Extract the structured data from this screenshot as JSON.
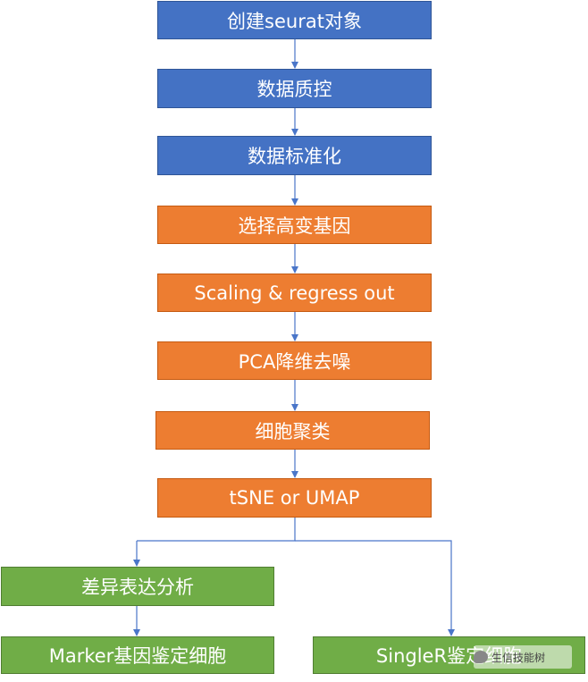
{
  "colors": {
    "blue": "#4472c4",
    "orange": "#ed7d31",
    "green": "#70ad47",
    "connector": "#4a76c9"
  },
  "nodes": [
    {
      "id": "create-seurat",
      "label": "创建seurat对象"
    },
    {
      "id": "qc",
      "label": "数据质控"
    },
    {
      "id": "normalize",
      "label": "数据标准化"
    },
    {
      "id": "hvg",
      "label": "选择高变基因"
    },
    {
      "id": "scaling",
      "label": "Scaling & regress out"
    },
    {
      "id": "pca",
      "label": "PCA降维去噪"
    },
    {
      "id": "cluster",
      "label": "细胞聚类"
    },
    {
      "id": "tsne-umap",
      "label": "tSNE  or UMAP"
    },
    {
      "id": "deg",
      "label": "差异表达分析"
    },
    {
      "id": "marker",
      "label": "Marker基因鉴定细胞"
    },
    {
      "id": "singler",
      "label": "SingleR鉴定细胞"
    }
  ],
  "watermark": {
    "icon": "wechat-icon",
    "text": "生信技能树"
  }
}
